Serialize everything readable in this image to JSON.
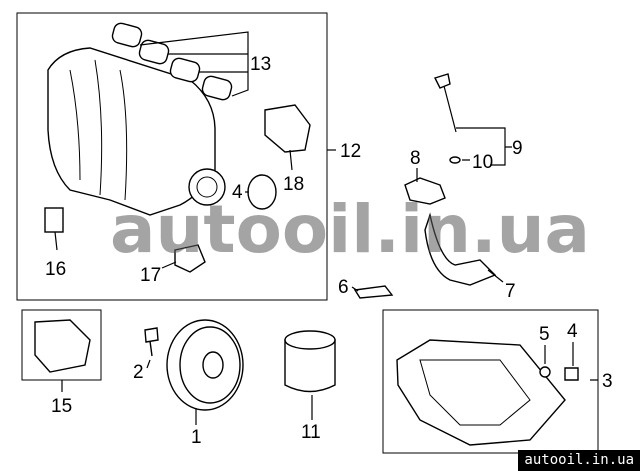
{
  "diagram": {
    "callouts": {
      "c1": "1",
      "c2": "2",
      "c3": "3",
      "c4a": "4",
      "c4b": "4",
      "c5": "5",
      "c6": "6",
      "c7": "7",
      "c8": "8",
      "c9": "9",
      "c10": "10",
      "c11": "11",
      "c12": "12",
      "c13": "13",
      "c15": "15",
      "c16": "16",
      "c17": "17",
      "c18": "18"
    }
  },
  "watermark": {
    "center_text": "autooil.in.ua",
    "corner_badge": "autooil.in.ua"
  }
}
